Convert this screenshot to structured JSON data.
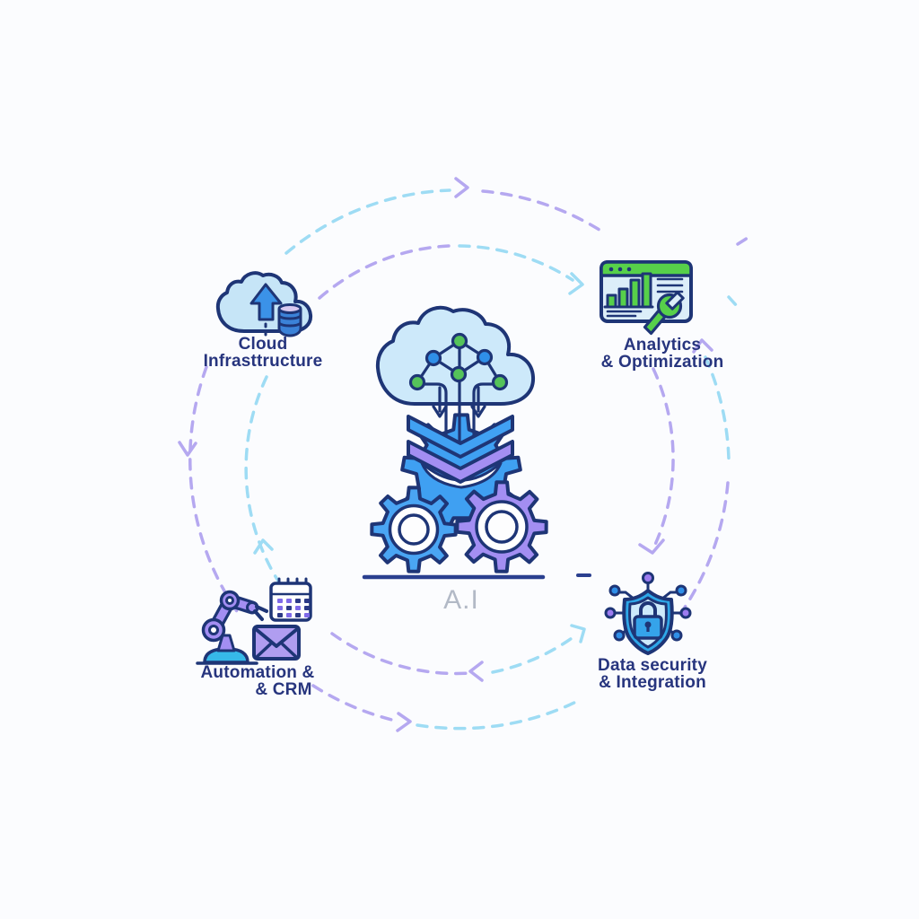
{
  "diagram": {
    "center": {
      "caption": "A.I",
      "icon": "ai-cloud-network-gears-icon"
    },
    "nodes": [
      {
        "position": "top-left",
        "icon": "cloud-upload-database-icon",
        "label_line1": "Cloud",
        "label_line2": "Infrasttructure"
      },
      {
        "position": "top-right",
        "icon": "analytics-dashboard-wrench-icon",
        "label_line1": "Analytics",
        "label_line2": "& Optimization"
      },
      {
        "position": "bottom-left",
        "icon": "robot-arm-calendar-envelope-icon",
        "label_line1": "Automation &",
        "label_line2": "& CRM"
      },
      {
        "position": "bottom-right",
        "icon": "shield-lock-network-icon",
        "label_line1": "Data security",
        "label_line2": "& Integration"
      }
    ],
    "connectors": {
      "style": "dashed-orbit-arcs-with-arrowheads",
      "arc_blue": "#9edcf4",
      "arc_lavender": "#b5a8f0"
    },
    "palette": {
      "navy_outline": "#1e3576",
      "label_text": "#27357e",
      "blue": "#42a0f2",
      "purple": "#a38ef2",
      "green": "#55c35a",
      "light_blue_fill": "#cde9fa",
      "caption_gray": "#b2b9c6"
    }
  }
}
